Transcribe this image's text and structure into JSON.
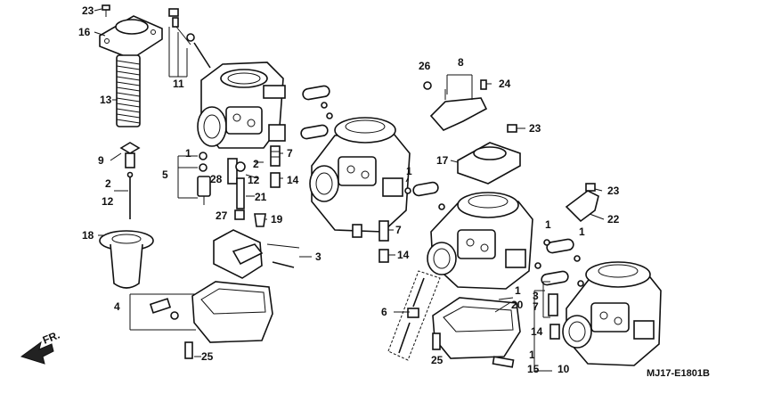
{
  "diagram": {
    "code": "MJ17-E1801B",
    "direction_label": "FR.",
    "callouts": [
      "23",
      "16",
      "13",
      "9",
      "2",
      "12",
      "18",
      "11",
      "1",
      "5",
      "28",
      "2",
      "7",
      "12",
      "14",
      "27",
      "21",
      "19",
      "3",
      "4",
      "25",
      "26",
      "8",
      "24",
      "23",
      "17",
      "1",
      "23",
      "22",
      "7",
      "14",
      "1",
      "1",
      "6",
      "1",
      "20",
      "7",
      "3",
      "14",
      "1",
      "15",
      "10",
      "25"
    ]
  }
}
